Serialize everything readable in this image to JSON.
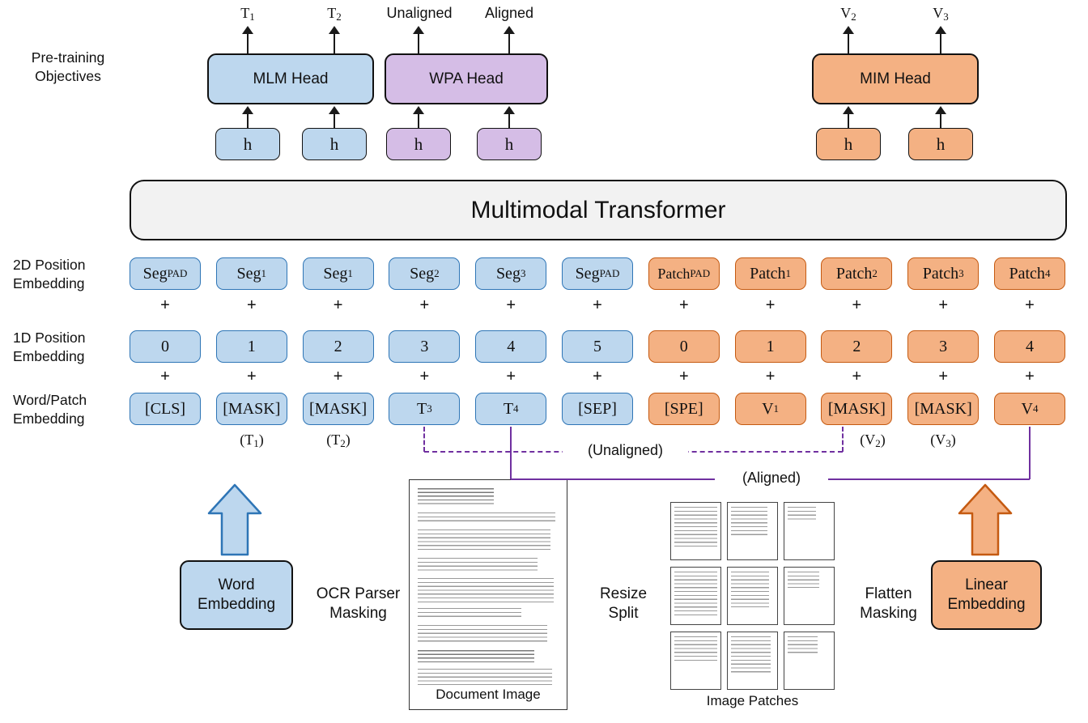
{
  "palette": {
    "blue_fill": "#BDD7EE",
    "blue_border": "#2E75B6",
    "purple_fill": "#D5BDE6",
    "purple_border": "#7030A0",
    "orange_fill": "#F4B183",
    "orange_border": "#C55A11",
    "transformer_fill": "#F2F2F2",
    "transformer_border": "#595959",
    "connector_purple": "#7030A0"
  },
  "side_labels": {
    "pretraining": "Pre-training Objectives",
    "pos2d": "2D Position Embedding",
    "pos1d": "1D Position Embedding",
    "wordpatch": "Word/Patch Embedding"
  },
  "outputs": {
    "t1": {
      "b": "T",
      "s": "1"
    },
    "t2": {
      "b": "T",
      "s": "2"
    },
    "unaligned": {
      "b": "Unaligned",
      "s": ""
    },
    "aligned": {
      "b": "Aligned",
      "s": ""
    },
    "v2": {
      "b": "V",
      "s": "2"
    },
    "v3": {
      "b": "V",
      "s": "3"
    }
  },
  "heads": {
    "mlm": "MLM Head",
    "wpa": "WPA Head",
    "mim": "MIM Head"
  },
  "hidden_state": "h",
  "transformer_label": "Multimodal Transformer",
  "plus": "+",
  "rows": {
    "pos2d": [
      {
        "b": "Seg",
        "s": "PAD"
      },
      {
        "b": "Seg",
        "s": "1"
      },
      {
        "b": "Seg",
        "s": "1"
      },
      {
        "b": "Seg",
        "s": "2"
      },
      {
        "b": "Seg",
        "s": "3"
      },
      {
        "b": "Seg",
        "s": "PAD"
      },
      {
        "b": "Patch",
        "s": "PAD"
      },
      {
        "b": "Patch",
        "s": "1"
      },
      {
        "b": "Patch",
        "s": "2"
      },
      {
        "b": "Patch",
        "s": "3"
      },
      {
        "b": "Patch",
        "s": "4"
      }
    ],
    "pos1d": [
      {
        "b": "0",
        "s": ""
      },
      {
        "b": "1",
        "s": ""
      },
      {
        "b": "2",
        "s": ""
      },
      {
        "b": "3",
        "s": ""
      },
      {
        "b": "4",
        "s": ""
      },
      {
        "b": "5",
        "s": ""
      },
      {
        "b": "0",
        "s": ""
      },
      {
        "b": "1",
        "s": ""
      },
      {
        "b": "2",
        "s": ""
      },
      {
        "b": "3",
        "s": ""
      },
      {
        "b": "4",
        "s": ""
      }
    ],
    "wordpatch": [
      {
        "b": "[CLS]",
        "s": ""
      },
      {
        "b": "[MASK]",
        "s": ""
      },
      {
        "b": "[MASK]",
        "s": ""
      },
      {
        "b": "T",
        "s": "3"
      },
      {
        "b": "T",
        "s": "4"
      },
      {
        "b": "[SEP]",
        "s": ""
      },
      {
        "b": "[SPE]",
        "s": ""
      },
      {
        "b": "V",
        "s": "1"
      },
      {
        "b": "[MASK]",
        "s": ""
      },
      {
        "b": "[MASK]",
        "s": ""
      },
      {
        "b": "V",
        "s": "4"
      }
    ]
  },
  "annotations": {
    "t1": {
      "pre": "(T",
      "sub": "1",
      "post": ")"
    },
    "t2": {
      "pre": "(T",
      "sub": "2",
      "post": ")"
    },
    "v2": {
      "pre": "(V",
      "sub": "2",
      "post": ")"
    },
    "v3": {
      "pre": "(V",
      "sub": "3",
      "post": ")"
    },
    "unaligned": "(Unaligned)",
    "aligned": "(Aligned)"
  },
  "bottom": {
    "word_embedding": "Word Embedding",
    "ocr_line1": "OCR Parser",
    "ocr_line2": "Masking",
    "document_label": "Document Image",
    "resize_line1": "Resize",
    "resize_line2": "Split",
    "patches_label": "Image Patches",
    "flatten_line1": "Flatten",
    "flatten_line2": "Masking",
    "linear_embedding": "Linear Embedding"
  }
}
